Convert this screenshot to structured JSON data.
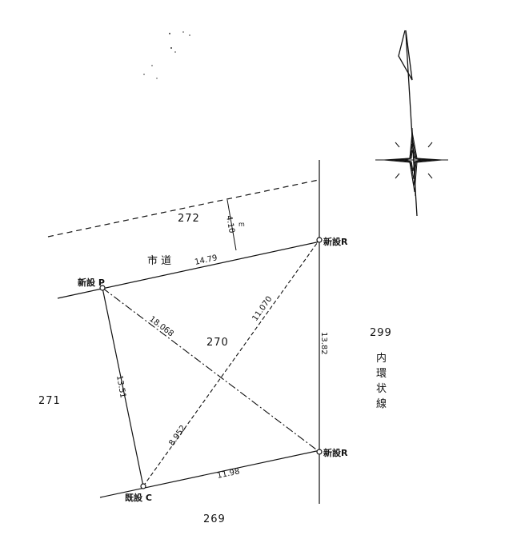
{
  "points": {
    "p": "新設 P",
    "r_top": "新設R",
    "r_bottom": "新設R",
    "c": "既設 C"
  },
  "lots": {
    "north": "272",
    "center": "270",
    "west": "271",
    "east": "299",
    "south": "269"
  },
  "road_labels": {
    "city_road": "市 道",
    "ring_road": [
      "内",
      "環",
      "状",
      "線"
    ]
  },
  "dimensions": {
    "road_width": "4.10",
    "road_width_unit": "m",
    "p_to_r_top": "14.79",
    "p_to_r_bottom": "18.068",
    "c_to_r_top": "11.070",
    "r_top_to_r_bottom": "13.82",
    "p_to_c": "13.51",
    "c_to_diag": "8.952",
    "c_to_r_bottom": "11.98"
  },
  "icons": {
    "north_arrow": "north-arrow-icon",
    "compass_star": "compass-star-icon"
  }
}
